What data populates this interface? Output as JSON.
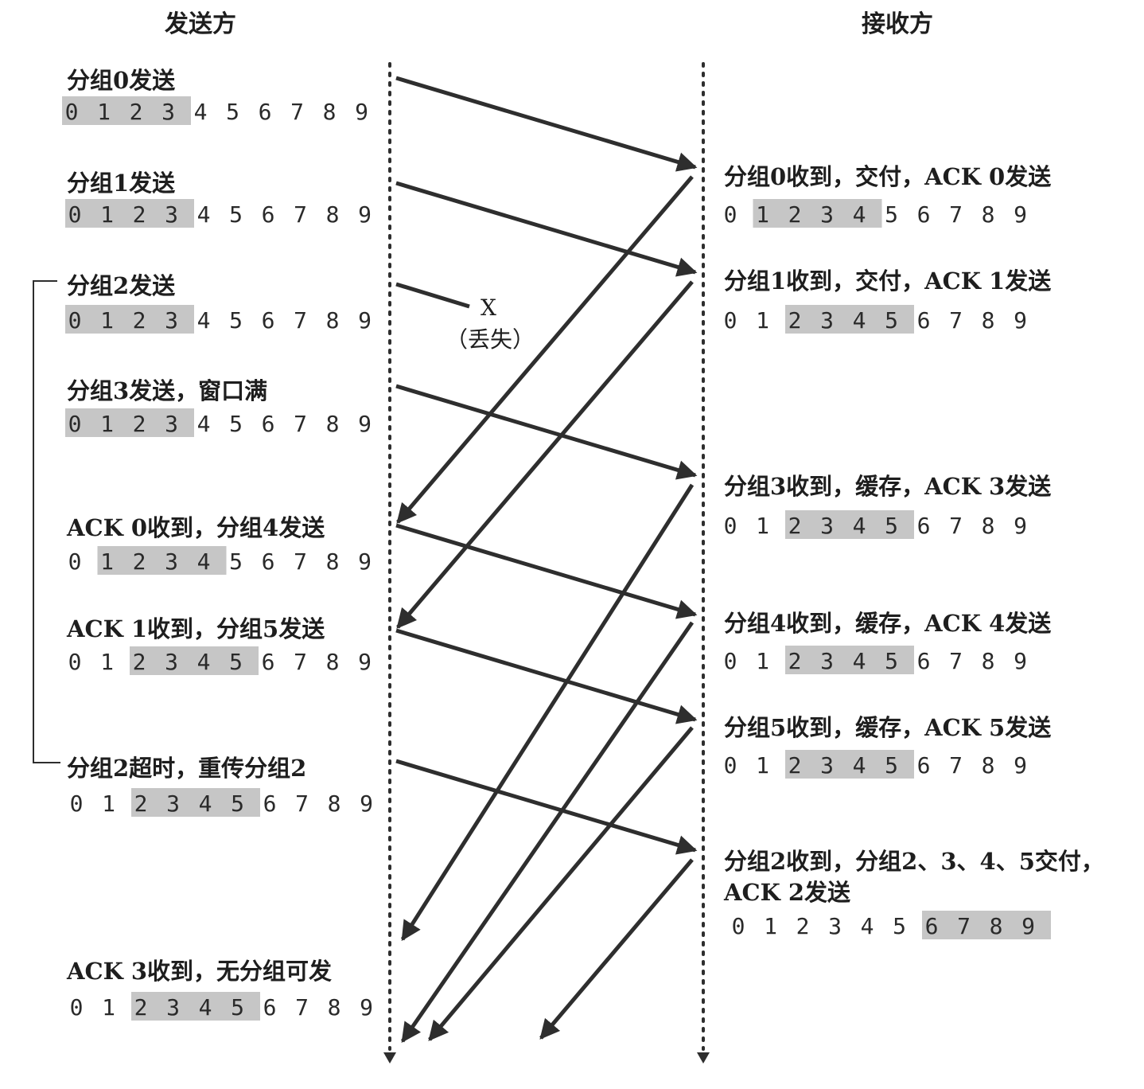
{
  "headers": {
    "sender": "发送方",
    "receiver": "接收方"
  },
  "sequence_digits": [
    "0",
    "1",
    "2",
    "3",
    "4",
    "5",
    "6",
    "7",
    "8",
    "9"
  ],
  "sender_events": [
    {
      "label": "分组0发送",
      "window": [
        0,
        3
      ]
    },
    {
      "label": "分组1发送",
      "window": [
        0,
        3
      ]
    },
    {
      "label": "分组2发送",
      "window": [
        0,
        3
      ]
    },
    {
      "label": "分组3发送，窗口满",
      "window": [
        0,
        3
      ]
    },
    {
      "label": "ACK 0收到，分组4发送",
      "window": [
        1,
        4
      ]
    },
    {
      "label": "ACK 1收到，分组5发送",
      "window": [
        2,
        5
      ]
    },
    {
      "label": "分组2超时，重传分组2",
      "window": [
        2,
        5
      ]
    },
    {
      "label": "ACK 3收到，无分组可发",
      "window": [
        2,
        5
      ]
    }
  ],
  "receiver_events": [
    {
      "label": "分组0收到，交付，ACK 0发送",
      "window": [
        1,
        4
      ]
    },
    {
      "label": "分组1收到，交付，ACK 1发送",
      "window": [
        2,
        5
      ]
    },
    {
      "label": "分组3收到，缓存，ACK 3发送",
      "window": [
        2,
        5
      ]
    },
    {
      "label": "分组4收到，缓存，ACK 4发送",
      "window": [
        2,
        5
      ]
    },
    {
      "label": "分组5收到，缓存，ACK 5发送",
      "window": [
        2,
        5
      ]
    },
    {
      "label_line1": "分组2收到，分组2、3、4、5交付，",
      "label_line2": "ACK 2发送",
      "window": [
        6,
        9
      ]
    }
  ],
  "loss_marker": {
    "symbol": "X",
    "caption": "（丢失）"
  }
}
